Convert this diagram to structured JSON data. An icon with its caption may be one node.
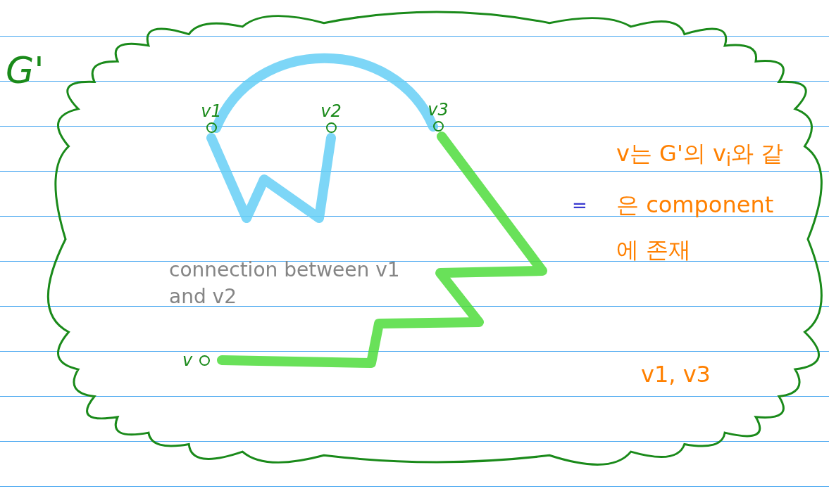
{
  "diagram": {
    "nodes": [
      {
        "text": [],
        "shape": "cloud"
      },
      {
        "text": [
          "v1"
        ],
        "in": 0
      },
      {
        "text": [
          "v2"
        ],
        "in": 0
      },
      {
        "text": [
          "v3"
        ],
        "in": 0
      },
      {
        "text": [
          "v"
        ],
        "in": 0
      }
    ],
    "edges": [
      {
        "from": 1,
        "to": 2,
        "arrow": "none"
      },
      {
        "from": 1,
        "to": 3,
        "arrow": "none"
      },
      {
        "from": 3,
        "to": 4,
        "arrow": "none",
        "color": "#4fdc3c"
      }
    ],
    "labels": [
      "G'",
      "connection between v1 and v2",
      "=",
      "v는 G'의 v$_{i}$와 같은 component에 존재",
      "v1, v3"
    ]
  }
}
